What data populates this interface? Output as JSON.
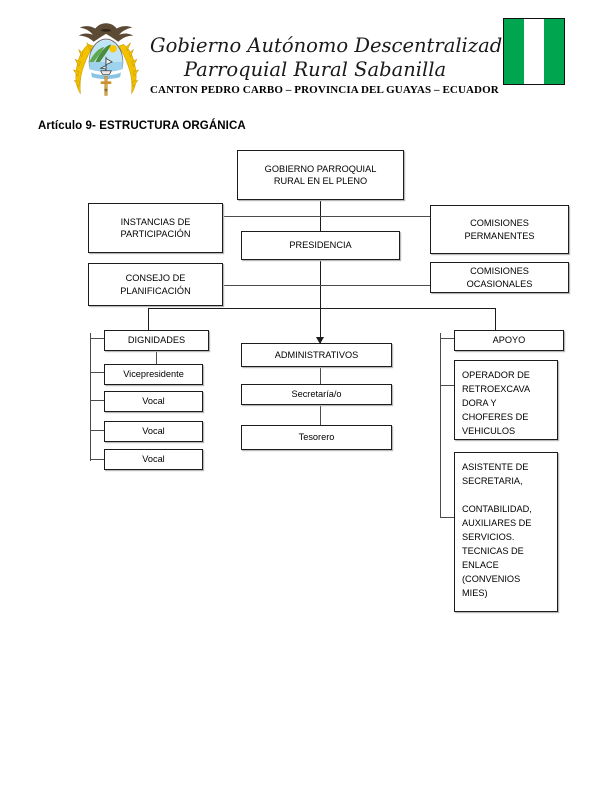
{
  "header": {
    "emblem_name": "ecuador-coat-of-arms",
    "title_line1": "Gobierno Autónomo Descentralizado",
    "title_line2": "Parroquial Rural Sabanilla",
    "subtitle": "CANTON PEDRO CARBO – PROVINCIA DEL GUAYAS – ECUADOR",
    "flag_name": "sabanilla-flag",
    "flag_colors": [
      "#00a54f",
      "#ffffff",
      "#00a54f"
    ]
  },
  "section": {
    "heading": "Artículo 9- ESTRUCTURA ORGÁNICA"
  },
  "chart_data": {
    "type": "diagram",
    "title": "Artículo 9- ESTRUCTURA ORGÁNICA",
    "nodes": {
      "pleno": "GOBIERNO PARROQUIAL\nRURAL EN EL PLENO",
      "instancias": "INSTANCIAS DE\nPARTICIPACIÓN",
      "presidencia": "PRESIDENCIA",
      "comisiones_permanentes": "COMISIONES\nPERMANENTES",
      "consejo": "CONSEJO DE\nPLANIFICACIÓN",
      "comisiones_ocasionales": "COMISIONES\nOCASIONALES",
      "dignidades": "DIGNIDADES",
      "vicepresidente": "Vicepresidente",
      "vocal_1": "Vocal",
      "vocal_2": "Vocal",
      "vocal_3": "Vocal",
      "administrativos": "ADMINISTRATIVOS",
      "secretaria": "Secretaría/o",
      "tesorero": "Tesorero",
      "apoyo": "APOYO",
      "operador": "OPERADOR DE\nRETROEXCAVA\nDORA Y\nCHOFERES DE\nVEHICULOS",
      "asistente": "ASISTENTE DE\nSECRETARIA,\n\nCONTABILIDAD,\nAUXILIARES DE\nSERVICIOS.\nTECNICAS DE\nENLACE\n(CONVENIOS\nMIES)"
    },
    "edges": [
      {
        "from": "pleno",
        "to": "presidencia"
      },
      {
        "from": "pleno",
        "to": "administrativos",
        "arrow": true
      },
      {
        "from": "instancias",
        "to": "comisiones_permanentes"
      },
      {
        "from": "consejo",
        "to": "comisiones_ocasionales"
      },
      {
        "from": "pleno",
        "to": "dignidades"
      },
      {
        "from": "pleno",
        "to": "apoyo"
      },
      {
        "from": "dignidades",
        "to": "vicepresidente"
      },
      {
        "from": "dignidades",
        "to": "vocal_1"
      },
      {
        "from": "dignidades",
        "to": "vocal_2"
      },
      {
        "from": "dignidades",
        "to": "vocal_3"
      },
      {
        "from": "administrativos",
        "to": "secretaria"
      },
      {
        "from": "secretaria",
        "to": "tesorero"
      },
      {
        "from": "apoyo",
        "to": "operador"
      },
      {
        "from": "apoyo",
        "to": "asistente"
      }
    ]
  }
}
